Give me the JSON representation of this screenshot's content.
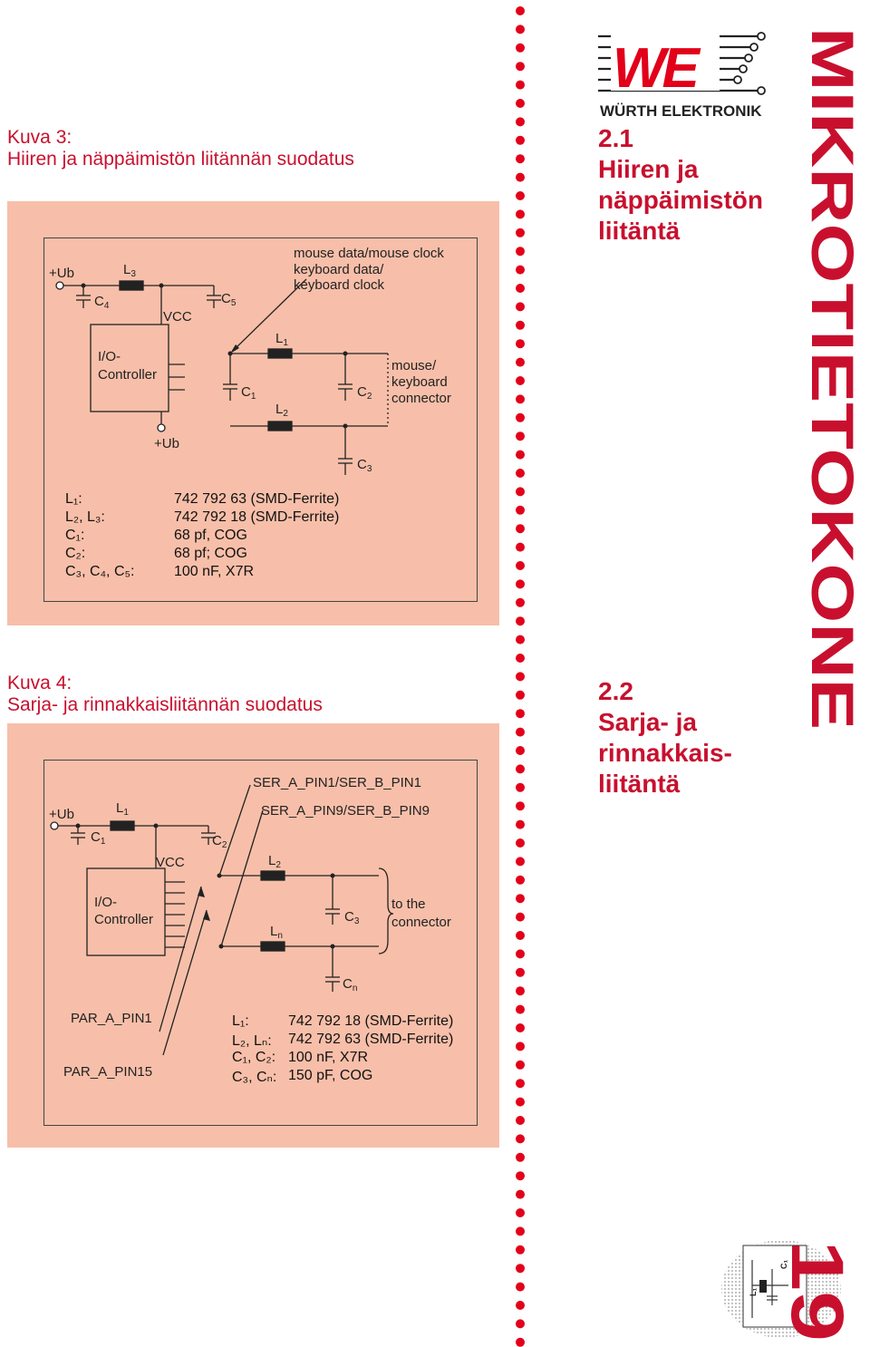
{
  "figure3": {
    "caption_line1": "Kuva 3:",
    "caption_line2": "Hiiren ja näppäimistön liitännän suodatus",
    "labels": {
      "ub_top": "+Ub",
      "l3": "L",
      "l3_sub": "3",
      "c4": "C",
      "c4_sub": "4",
      "vcc": "VCC",
      "c5": "C",
      "c5_sub": "5",
      "io_line1": "I/O-",
      "io_line2": "Controller",
      "ub_bottom": "+Ub",
      "l1": "L",
      "l1_sub": "1",
      "c1": "C",
      "c1_sub": "1",
      "l2": "L",
      "l2_sub": "2",
      "c2": "C",
      "c2_sub": "2",
      "c3": "C",
      "c3_sub": "3",
      "signal_line1": "mouse data/mouse clock",
      "signal_line2": "keyboard data/",
      "signal_line3": "keyboard clock",
      "connector_line1": "mouse/",
      "connector_line2": "keyboard",
      "connector_line3": "connector"
    },
    "parts": [
      {
        "name": "L₁:",
        "value": "742 792 63 (SMD-Ferrite)"
      },
      {
        "name": "L₂, L₃:",
        "value": "742 792 18 (SMD-Ferrite)"
      },
      {
        "name": "C₁:",
        "value": "68 pf, COG"
      },
      {
        "name": "C₂:",
        "value": "68 pf; COG"
      },
      {
        "name": "C₃, C₄, C₅:",
        "value": "100 nF, X7R"
      }
    ]
  },
  "figure4": {
    "caption_line1": "Kuva 4:",
    "caption_line2": "Sarja- ja rinnakkaisliitännän suodatus",
    "labels": {
      "ser1": "SER_A_PIN1/SER_B_PIN1",
      "ser9": "SER_A_PIN9/SER_B_PIN9",
      "ub": "+Ub",
      "l1": "L",
      "l1_sub": "1",
      "c1": "C",
      "c1_sub": "1",
      "c2": "C",
      "c2_sub": "2",
      "vcc": "VCC",
      "l2": "L",
      "l2_sub": "2",
      "io_line1": "I/O-",
      "io_line2": "Controller",
      "ln": "L",
      "ln_sub": "n",
      "c3": "C",
      "c3_sub": "3",
      "cn": "C",
      "cn_sub": "n",
      "connector_line1": "to the",
      "connector_line2": "connector",
      "par1": "PAR_A_PIN1",
      "par15": "PAR_A_PIN15"
    },
    "parts": [
      {
        "name": "L₁:",
        "value": "742 792 18 (SMD-Ferrite)"
      },
      {
        "name": "L₂, Lₙ:",
        "value": "742 792 63 (SMD-Ferrite)"
      },
      {
        "name": "C₁, C₂:",
        "value": "100 nF, X7R"
      },
      {
        "name": "C₃, Cₙ:",
        "value": "150 pF, COG"
      }
    ]
  },
  "brand": {
    "logo_letters": "WE",
    "name": "WÜRTH ELEKTRONIK"
  },
  "section1": {
    "number": "2.1",
    "line1": "Hiiren ja",
    "line2": "näppäimistön",
    "line3": "liitäntä"
  },
  "section2": {
    "number": "2.2",
    "line1": "Sarja- ja",
    "line2": "rinnakkais-",
    "line3": "liitäntä"
  },
  "side_title": "MIKROTIETOKONE",
  "page_number": "19",
  "corner_thumb": {
    "label_l": "L₁",
    "label_c": "C₁"
  },
  "colors": {
    "accent_red": "#c8102e",
    "panel_pink": "#f7bfa9",
    "dot_red": "#e2001a"
  }
}
